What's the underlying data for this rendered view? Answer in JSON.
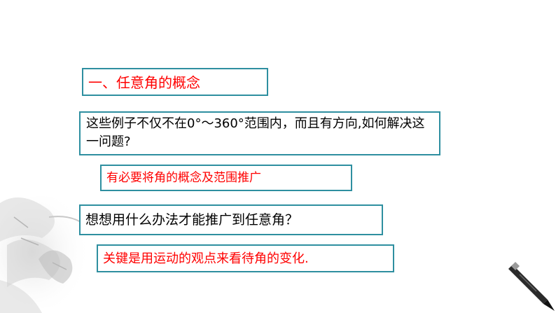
{
  "slide": {
    "heading": "一、任意角的概念",
    "question1": "这些例子不仅不在0°～360°范围内，而且有方向,如何解决这一问题?",
    "answer1": "有必要将角的概念及范围推广",
    "question2": "想想用什么办法才能推广到任意角？",
    "answer2": "关键是用运动的观点来看待角的变化."
  },
  "colors": {
    "border": "#2e8fa0",
    "highlight_text": "#ff0000",
    "body_text": "#000000"
  },
  "decorations": {
    "left_bottom": "flower-illustration",
    "right_bottom": "brush-icon"
  }
}
